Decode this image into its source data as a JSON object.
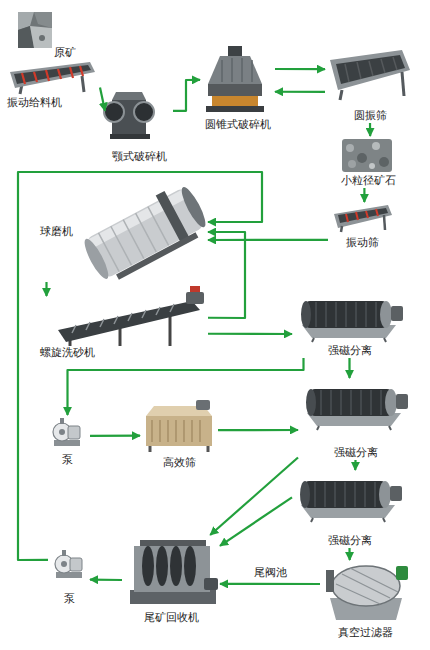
{
  "diagram": {
    "nodes": [
      {
        "text": [
          "原矿"
        ]
      },
      {
        "text": [
          "振动给料机"
        ]
      },
      {
        "text": [
          "颚式破碎机"
        ]
      },
      {
        "text": [
          "圆锥式破碎机"
        ]
      },
      {
        "text": [
          "圆振筛"
        ]
      },
      {
        "text": [
          "小粒径矿石"
        ]
      },
      {
        "text": [
          "振动筛"
        ]
      },
      {
        "text": [
          "球磨机"
        ]
      },
      {
        "text": [
          "螺旋洗砂机"
        ]
      },
      {
        "text": [
          "强磁分离"
        ]
      },
      {
        "text": [
          "泵"
        ]
      },
      {
        "text": [
          "高效筛"
        ]
      },
      {
        "text": [
          "强磁分离"
        ]
      },
      {
        "text": [
          "强磁分离"
        ]
      },
      {
        "text": [
          "泵"
        ]
      },
      {
        "text": [
          "尾矿回收机"
        ]
      },
      {
        "text": [
          "真空过滤器"
        ]
      }
    ],
    "edges": [
      {
        "from": 1,
        "to": 2,
        "arrow": "to"
      },
      {
        "from": 2,
        "to": 3,
        "arrow": "to"
      },
      {
        "from": 3,
        "to": 4,
        "arrow": "to"
      },
      {
        "from": 4,
        "to": 3,
        "arrow": "to"
      },
      {
        "from": 4,
        "to": 5,
        "arrow": "to"
      },
      {
        "from": 5,
        "to": 6,
        "arrow": "to"
      },
      {
        "from": 6,
        "to": 7,
        "arrow": "to"
      },
      {
        "from": 7,
        "to": 8,
        "arrow": "to"
      },
      {
        "from": 8,
        "to": 7,
        "arrow": "to"
      },
      {
        "from": 8,
        "to": 9,
        "arrow": "to"
      },
      {
        "from": 9,
        "to": 10,
        "arrow": "to"
      },
      {
        "from": 9,
        "to": 12,
        "arrow": "to"
      },
      {
        "from": 10,
        "to": 11,
        "arrow": "to"
      },
      {
        "from": 11,
        "to": 12,
        "arrow": "to"
      },
      {
        "from": 12,
        "to": 13,
        "arrow": "to"
      },
      {
        "from": 12,
        "to": 15,
        "arrow": "to"
      },
      {
        "from": 13,
        "to": 15,
        "arrow": "to"
      },
      {
        "from": 13,
        "to": 16,
        "arrow": "to"
      },
      {
        "from": 16,
        "to": 15,
        "label": "尾阀池",
        "arrow": "to"
      },
      {
        "from": 15,
        "to": 14,
        "arrow": "to"
      },
      {
        "from": 14,
        "to": 7,
        "arrow": "to"
      }
    ]
  }
}
